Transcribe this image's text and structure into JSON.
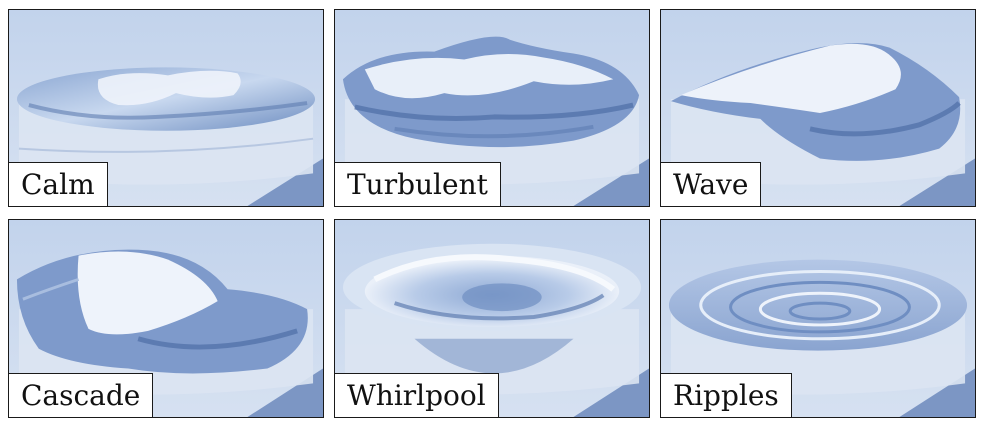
{
  "panels": [
    {
      "id": "calm",
      "label": "Calm"
    },
    {
      "id": "turbulent",
      "label": "Turbulent"
    },
    {
      "id": "wave",
      "label": "Wave"
    },
    {
      "id": "cascade",
      "label": "Cascade"
    },
    {
      "id": "whirlpool",
      "label": "Whirlpool"
    },
    {
      "id": "ripples",
      "label": "Ripples"
    }
  ],
  "colors": {
    "background": "#c9d8ec",
    "water_dark": "#5f7db0",
    "water_light": "#eef3fb",
    "tank": "#d8e2f1",
    "floor": "#7c96c4"
  }
}
